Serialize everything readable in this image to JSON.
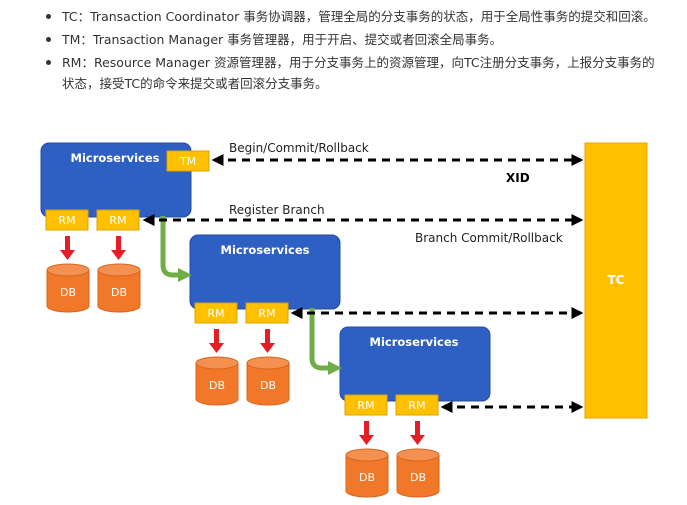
{
  "bullets": [
    {
      "text": "TC：Transaction Coordinator 事务协调器，管理全局的分支事务的状态，用于全局性事务的提交和回滚。"
    },
    {
      "text": "TM：Transaction Manager 事务管理器，用于开启、提交或者回滚全局事务。"
    },
    {
      "text": "RM：Resource Manager 资源管理器，用于分支事务上的资源管理，向TC注册分支事务，上报分支事务的状态，接受TC的命令来提交或者回滚分支事务。"
    }
  ],
  "diagram": {
    "tc_label": "TC",
    "tm_label": "TM",
    "microservice_label": "Microservices",
    "rm_label": "RM",
    "db_label": "DB",
    "arrow_labels": {
      "begin": "Begin/Commit/Rollback",
      "xid": "XID",
      "register": "Register Branch",
      "branch_commit": "Branch Commit/Rollback"
    },
    "colors": {
      "microservice": "#2E5FC3",
      "tm_rm": "#FFC000",
      "tc": "#FFC000",
      "db": "#F07828",
      "down_arrow": "#E81C24",
      "flow_arrow": "#70AD47",
      "dashed_arrow": "#000000"
    }
  }
}
